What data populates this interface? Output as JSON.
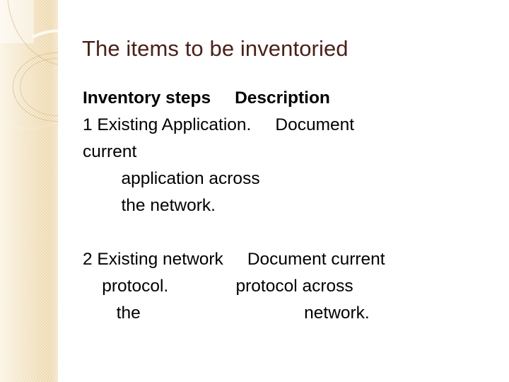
{
  "slide": {
    "title": "The items to be inventoried",
    "title_color": "#4a211a",
    "background_color": "#ffffff",
    "body_text_color": "#000000"
  },
  "sidebar": {
    "accent_color": "#f0dcb4",
    "highlight_color": "#fbf3e2",
    "outline_color": "#c6a064",
    "decorations": [
      "large-light-arc",
      "tan-outline-arc",
      "tan-ring",
      "lower-light-arc",
      "top-light-panel"
    ]
  },
  "body": {
    "lines": [
      {
        "text": "Inventory steps     Description",
        "bold": true
      },
      {
        "text": "1 Existing Application.     Document",
        "bold": false
      },
      {
        "text": "current",
        "bold": false
      },
      {
        "text": "        application across",
        "bold": false
      },
      {
        "text": "        the network.",
        "bold": false
      },
      {
        "text": "",
        "bold": false
      },
      {
        "text": "2 Existing network     Document current",
        "bold": false
      },
      {
        "text": "    protocol.              protocol across",
        "bold": false
      },
      {
        "text": "       the                                  network.",
        "bold": false
      }
    ]
  }
}
